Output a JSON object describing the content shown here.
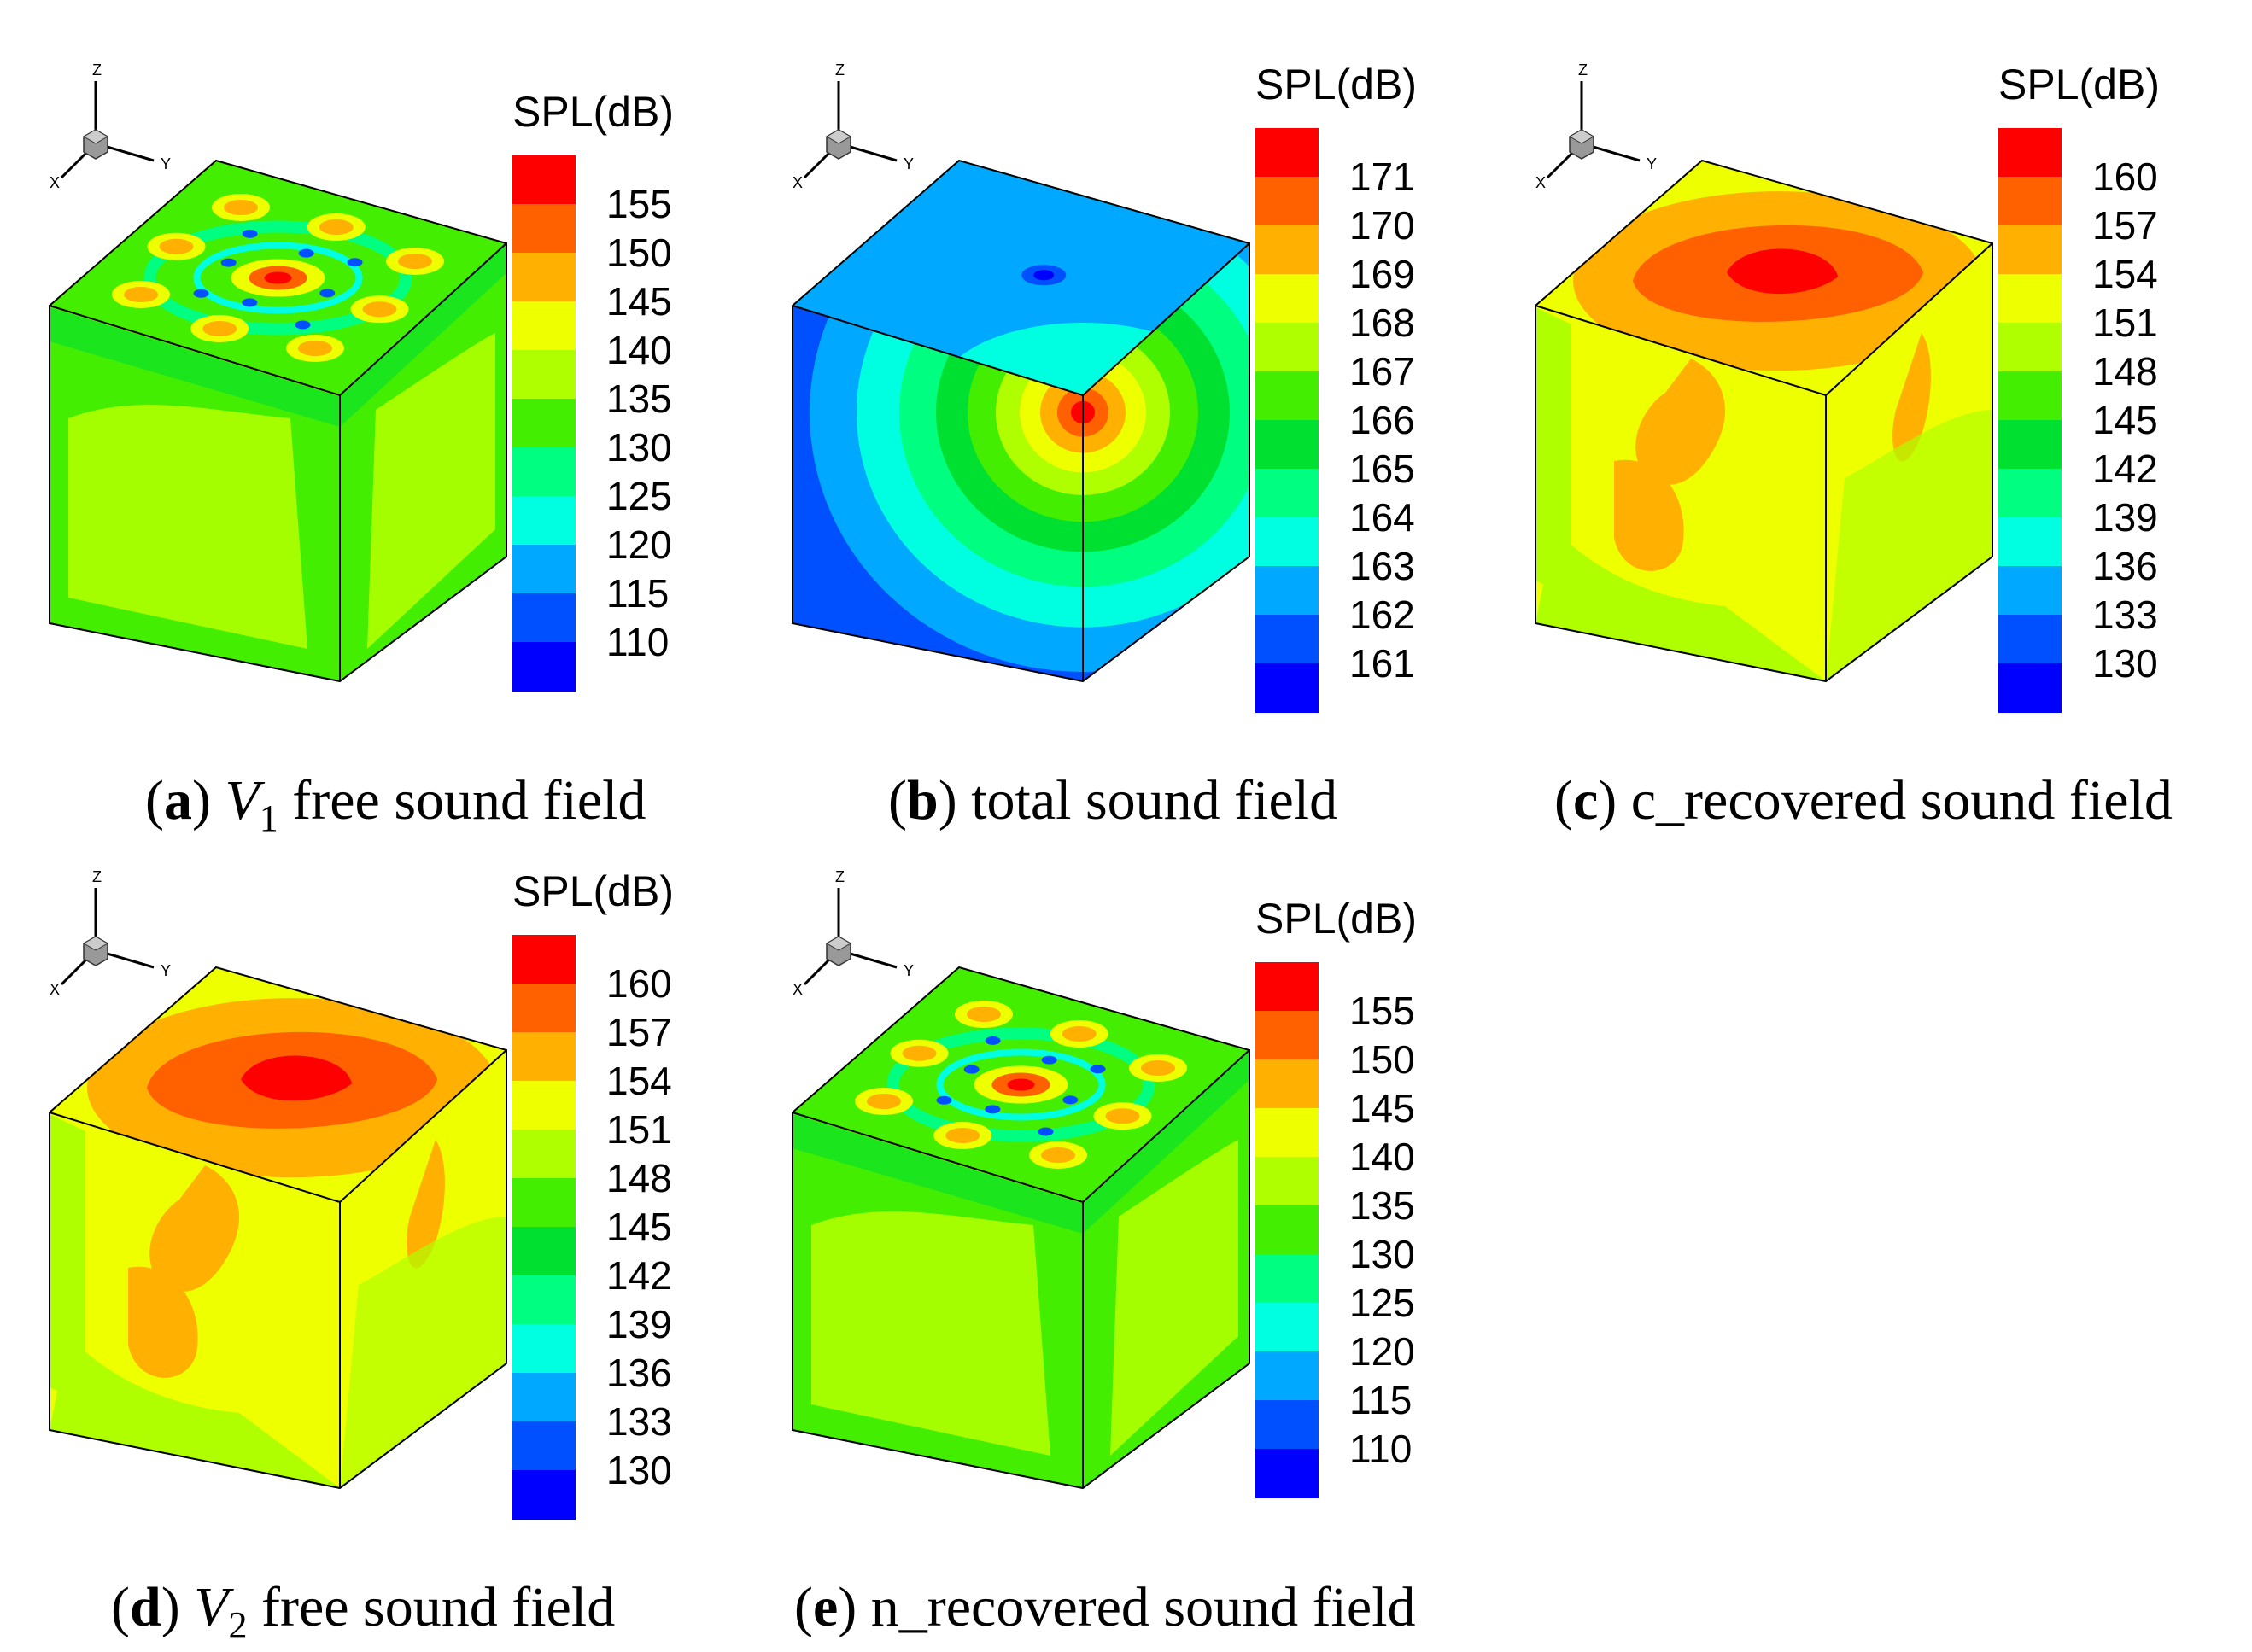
{
  "legend_title": "SPL(dB)",
  "colors": [
    "#0000ff",
    "#0050ff",
    "#00a8ff",
    "#00ffe0",
    "#00ff80",
    "#00e030",
    "#44ee00",
    "#b0ff00",
    "#eeff00",
    "#ffb000",
    "#ff6000",
    "#ff0000"
  ],
  "axis_labels": {
    "z": "Z",
    "y": "Y",
    "x": "X"
  },
  "panels": [
    {
      "id": "a",
      "caption": {
        "letter": "a",
        "var": "V",
        "sub": "1",
        "text": " free sound field"
      },
      "ticks": [
        "155",
        "150",
        "145",
        "140",
        "135",
        "130",
        "125",
        "120",
        "115",
        "110"
      ],
      "pattern": "modal"
    },
    {
      "id": "b",
      "caption": {
        "letter": "b",
        "var": "",
        "sub": "",
        "text": " total sound field"
      },
      "ticks": [
        "171",
        "170",
        "169",
        "168",
        "167",
        "166",
        "165",
        "164",
        "163",
        "162",
        "161"
      ],
      "pattern": "corner"
    },
    {
      "id": "c",
      "caption": {
        "letter": "c",
        "var": "",
        "sub": "",
        "text": " c_recovered sound field"
      },
      "ticks": [
        "160",
        "157",
        "154",
        "151",
        "148",
        "145",
        "142",
        "139",
        "136",
        "133",
        "130"
      ],
      "pattern": "hot"
    },
    {
      "id": "d",
      "caption": {
        "letter": "d",
        "var": "V",
        "sub": "2",
        "text": " free sound field"
      },
      "ticks": [
        "160",
        "157",
        "154",
        "151",
        "148",
        "145",
        "142",
        "139",
        "136",
        "133",
        "130"
      ],
      "pattern": "hot"
    },
    {
      "id": "e",
      "caption": {
        "letter": "e",
        "var": "",
        "sub": "",
        "text": " n_recovered sound field"
      },
      "ticks": [
        "155",
        "150",
        "145",
        "140",
        "135",
        "130",
        "125",
        "120",
        "115",
        "110"
      ],
      "pattern": "modal"
    }
  ]
}
